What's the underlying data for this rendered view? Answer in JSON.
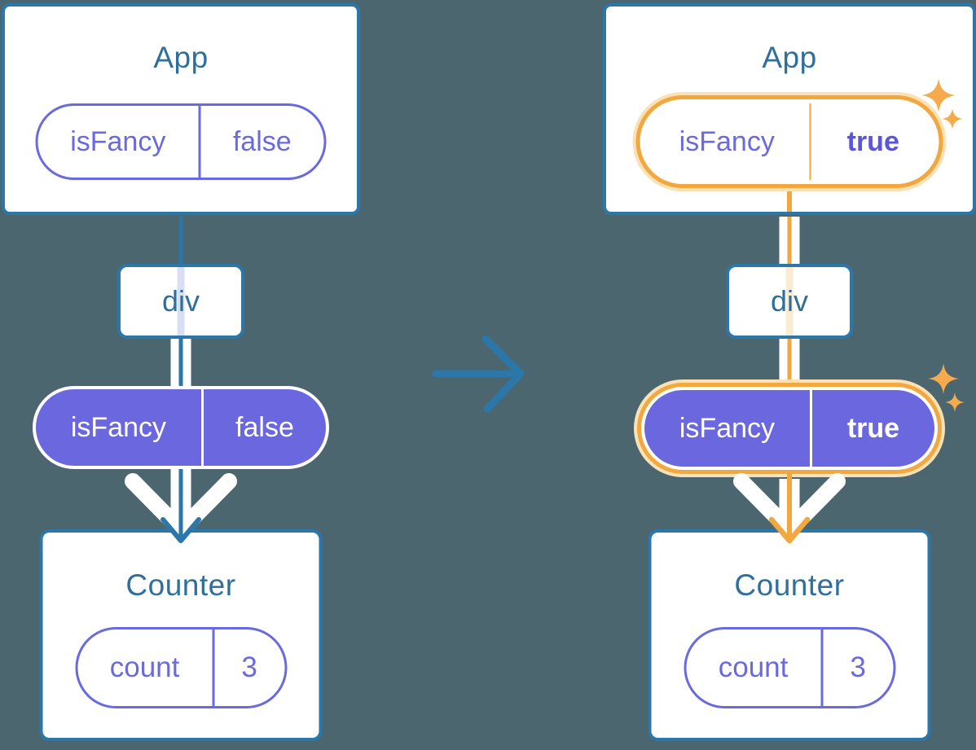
{
  "diagram": {
    "background_color": "#4C6670",
    "accent_colors": {
      "tree_line_blue": "#2B77A9",
      "node_title_blue": "#2E6F9C",
      "state_purple": "#6A67DF",
      "state_purple_outline": "#6A6AE0",
      "highlight_orange": "#F2A73F",
      "highlight_orange_pale": "#FAE2B6"
    },
    "icons": {
      "transition": "right-arrow-icon",
      "highlight": "sparkle-icon",
      "flow": "down-arrow-icon",
      "emphasis": "white-chevron-icon"
    },
    "before": {
      "app": {
        "title": "App",
        "state_key": "isFancy",
        "state_value": "false"
      },
      "container": {
        "label": "div"
      },
      "prop": {
        "key": "isFancy",
        "value": "false"
      },
      "counter": {
        "title": "Counter",
        "state_key": "count",
        "state_value": "3"
      }
    },
    "after": {
      "app": {
        "title": "App",
        "state_key": "isFancy",
        "state_value": "true"
      },
      "container": {
        "label": "div"
      },
      "prop": {
        "key": "isFancy",
        "value": "true"
      },
      "counter": {
        "title": "Counter",
        "state_key": "count",
        "state_value": "3"
      }
    }
  }
}
